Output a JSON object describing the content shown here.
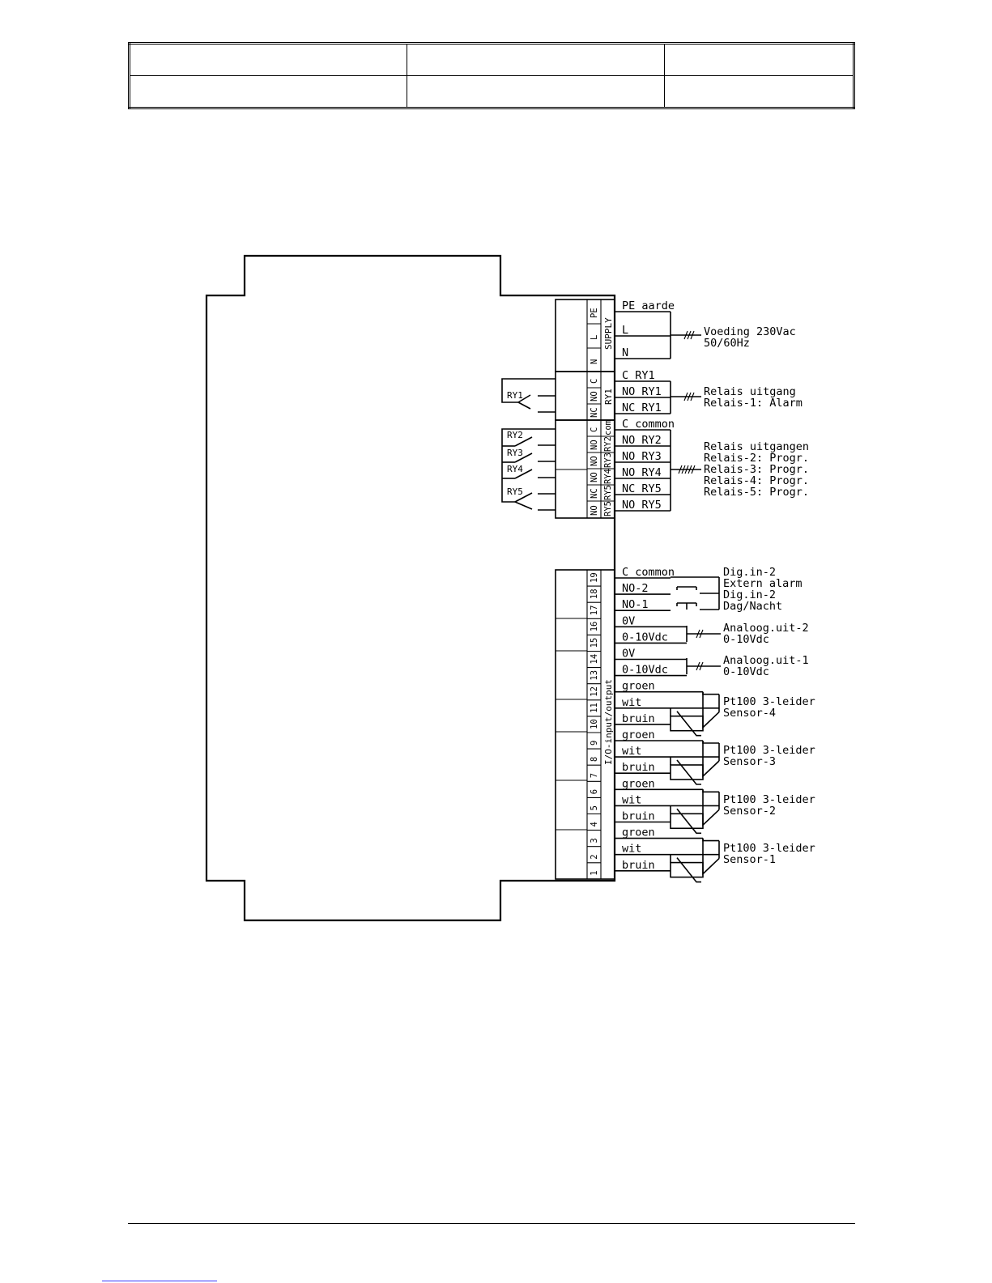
{
  "supply": {
    "terminals": [
      "PE",
      "L",
      "N"
    ],
    "group_label": "SUPPLY",
    "wires": [
      "PE aarde",
      "L",
      "N"
    ],
    "label_1": "Voeding 230Vac",
    "label_2": "50/60Hz"
  },
  "ry1": {
    "terminals": [
      "C",
      "NO",
      "NC"
    ],
    "group_label": "RY1",
    "relay_label": "RY1",
    "wires": [
      "C  RY1",
      "NO RY1",
      "NC RY1"
    ],
    "label_1": "Relais uitgang",
    "label_2": "Relais-1: Alarm"
  },
  "relays": {
    "terminals": [
      "C",
      "NO",
      "NO",
      "NO",
      "NC",
      "NO"
    ],
    "group_labels": [
      "com",
      "RY2",
      "RY3",
      "RY4",
      "RY5",
      "RY5"
    ],
    "relay_labels": [
      "RY2",
      "RY3",
      "RY4",
      "RY5"
    ],
    "wires": [
      "C  common",
      "NO RY2",
      "NO RY3",
      "NO RY4",
      "NC RY5",
      "NO RY5"
    ],
    "labels": [
      "Relais uitgangen",
      "Relais-2: Progr.",
      "Relais-3: Progr.",
      "Relais-4: Progr.",
      "Relais-5: Progr."
    ]
  },
  "io": {
    "group_label": "I/O-input/output",
    "numbers": [
      "19",
      "18",
      "17",
      "16",
      "15",
      "14",
      "13",
      "12",
      "11",
      "10",
      "9",
      "8",
      "7",
      "6",
      "5",
      "4",
      "3",
      "2",
      "1"
    ],
    "wires": [
      "C  common",
      "NO-2",
      "NO-1",
      "0V",
      "0-10Vdc",
      "0V",
      "0-10Vdc",
      "groen",
      "wit",
      "bruin",
      "groen",
      "wit",
      "bruin",
      "groen",
      "wit",
      "bruin",
      "groen",
      "wit",
      "bruin"
    ],
    "digital": [
      "Dig.in-2",
      "Extern alarm",
      "Dig.in-2",
      "Dag/Nacht"
    ],
    "analog_2": [
      "Analoog.uit-2",
      "0-10Vdc"
    ],
    "analog_1": [
      "Analoog.uit-1",
      "0-10Vdc"
    ],
    "sensors": [
      [
        "Pt100 3-leider",
        "Sensor-4"
      ],
      [
        "Pt100 3-leider",
        "Sensor-3"
      ],
      [
        "Pt100 3-leider",
        "Sensor-2"
      ],
      [
        "Pt100 3-leider",
        "Sensor-1"
      ]
    ]
  }
}
